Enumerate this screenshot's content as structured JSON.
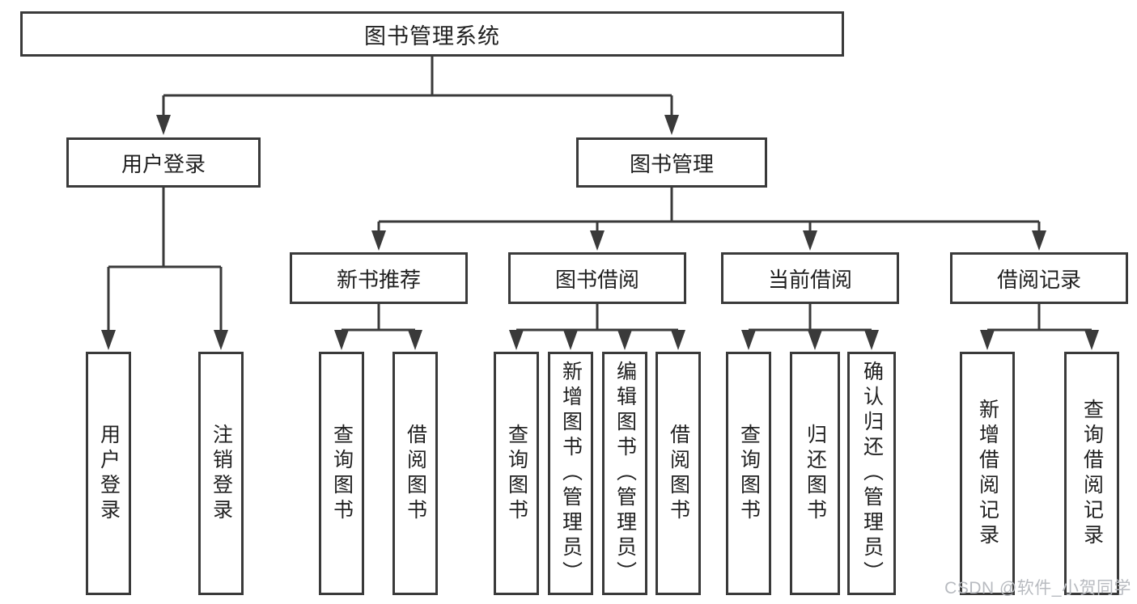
{
  "diagram": {
    "title": "图书管理系统",
    "branches": [
      {
        "label": "用户登录",
        "children": [
          "用户登录",
          "注销登录"
        ]
      },
      {
        "label": "图书管理",
        "sections": [
          {
            "label": "新书推荐",
            "children": [
              "查询图书",
              "借阅图书"
            ]
          },
          {
            "label": "图书借阅",
            "children": [
              "查询图书",
              "新增图书（管理员）",
              "编辑图书（管理员）",
              "借阅图书"
            ]
          },
          {
            "label": "当前借阅",
            "children": [
              "查询图书",
              "归还图书",
              "确认归还（管理员）"
            ]
          },
          {
            "label": "借阅记录",
            "children": [
              "新增借阅记录",
              "查询借阅记录"
            ]
          }
        ]
      }
    ]
  },
  "watermark": {
    "text": "CSDN @软件_小贺同学"
  },
  "colors": {
    "line": "#3a3a3a",
    "text": "#212121",
    "watermark": "#b8bbc0",
    "background": "#ffffff"
  }
}
